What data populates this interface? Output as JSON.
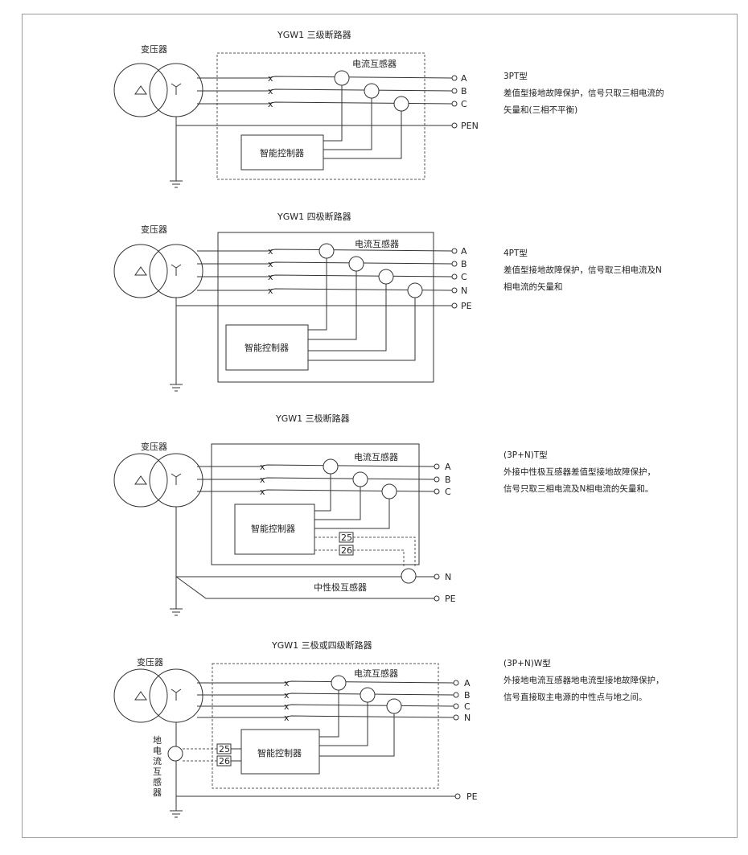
{
  "diagrams": [
    {
      "title": "YGW1  三级断路器",
      "transformer_label": "变压器",
      "ct_label": "电流互感器",
      "controller_label": "智能控制器",
      "terminals": [
        "A",
        "B",
        "C",
        "PEN"
      ],
      "desc_title": "3PT型",
      "desc_lines": [
        "差值型接地故障保护，信号只取三相电流的",
        "矢量和(三相不平衡)"
      ]
    },
    {
      "title": "YGW1  四极断路器",
      "transformer_label": "变压器",
      "ct_label": "电流互感器",
      "controller_label": "智能控制器",
      "terminals": [
        "A",
        "B",
        "C",
        "N",
        "PE"
      ],
      "desc_title": "4PT型",
      "desc_lines": [
        "差值型接地故障保护，信号取三相电流及N",
        "相电流的矢量和"
      ]
    },
    {
      "title": "YGW1  三极断路器",
      "transformer_label": "变压器",
      "ct_label": "电流互感器",
      "controller_label": "智能控制器",
      "terminals": [
        "A",
        "B",
        "C",
        "N",
        "PE"
      ],
      "pin_labels": [
        "25",
        "26"
      ],
      "neutral_ct_label": "中性极互感器",
      "desc_title": "(3P+N)T型",
      "desc_lines": [
        "外接中性极互感器差值型接地故障保护，",
        "信号只取三相电流及N相电流的矢量和。"
      ]
    },
    {
      "title": "YGW1  三极或四级断路器",
      "transformer_label": "变压器",
      "ct_label": "电流互感器",
      "controller_label": "智能控制器",
      "terminals": [
        "A",
        "B",
        "C",
        "N",
        "PE"
      ],
      "pin_labels": [
        "25",
        "26"
      ],
      "ground_ct_label": "地电流互感器",
      "desc_title": "(3P+N)W型",
      "desc_lines": [
        "外接地电流互感器地电流型接地故障保护，",
        "信号直接取主电源的中性点与地之间。"
      ]
    }
  ]
}
